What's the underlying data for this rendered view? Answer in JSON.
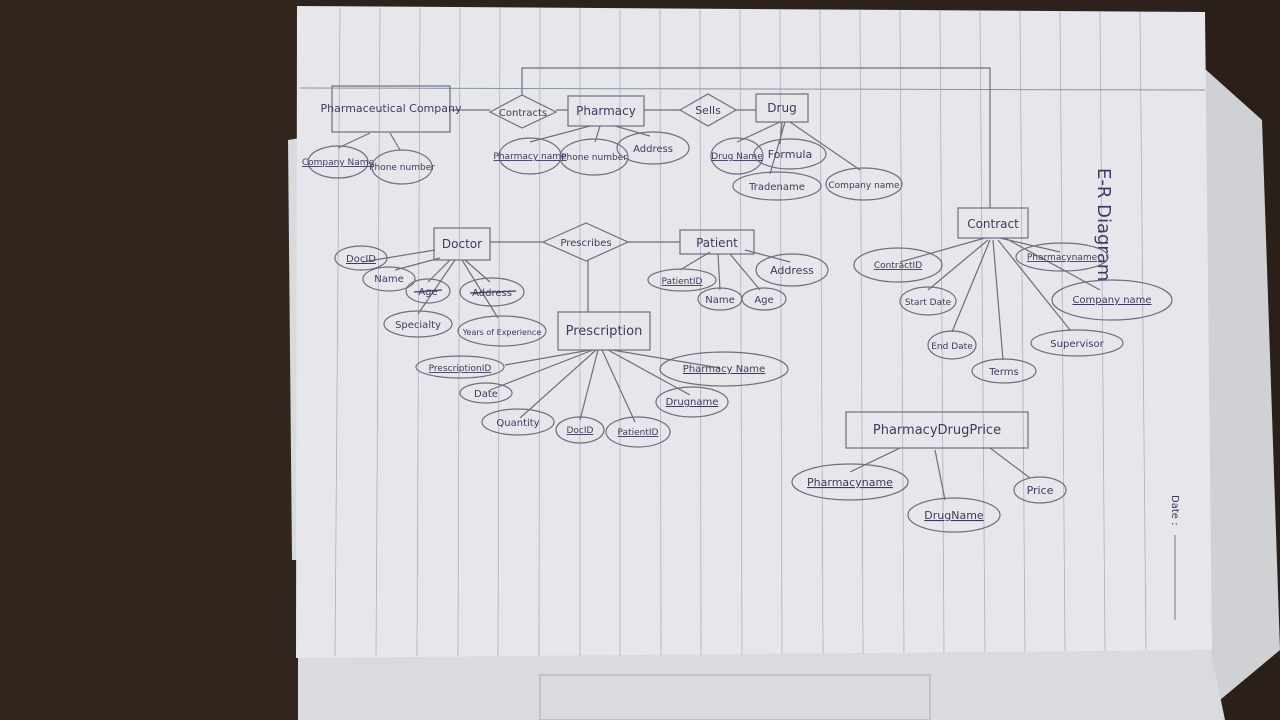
{
  "page": {
    "vertical_title": "E-R Diagram",
    "date_label": "Date :"
  },
  "entities": {
    "pharmaceutical_company": "Pharmaceutical Company",
    "pharmacy": "Pharmacy",
    "drug": "Drug",
    "doctor": "Doctor",
    "patient": "Patient",
    "prescription": "Prescription",
    "contract": "Contract",
    "pharmacy_drug_price": "PharmacyDrugPrice"
  },
  "relationships": {
    "contracts": "Contracts",
    "sells": "Sells",
    "prescribes": "Prescribes"
  },
  "attributes": {
    "company_name": "Company Name",
    "phone_number_company": "Phone number",
    "pharmacy_name": "Pharmacy name",
    "phone_number_pharmacy": "Phone number",
    "pharmacy_address": "Address",
    "drug_name": "Drug Name",
    "formula": "Formula",
    "tradename": "Tradename",
    "drug_company_name": "Company name",
    "doc_id": "DocID",
    "doctor_name": "Name",
    "doctor_age": "Age",
    "doctor_address": "Address",
    "specialty": "Specialty",
    "years_experience": "Years of Experience",
    "patient_id": "PatientID",
    "patient_name": "Name",
    "patient_age": "Age",
    "patient_address": "Address",
    "prescription_id": "PrescriptionID",
    "date": "Date",
    "quantity": "Quantity",
    "presc_doc_id": "DocID",
    "presc_patient_id": "PatientID",
    "presc_pharmacy_name": "Pharmacy Name",
    "presc_drug_name": "Drugname",
    "contract_id": "ContractID",
    "contract_pharmacy_name": "Pharmacyname",
    "contract_company_name": "Company name",
    "start_date": "Start Date",
    "end_date": "End Date",
    "terms": "Terms",
    "supervisor": "Supervisor",
    "price_pharmacy_name": "Pharmacyname",
    "price_drug_name": "DrugName",
    "price": "Price"
  }
}
